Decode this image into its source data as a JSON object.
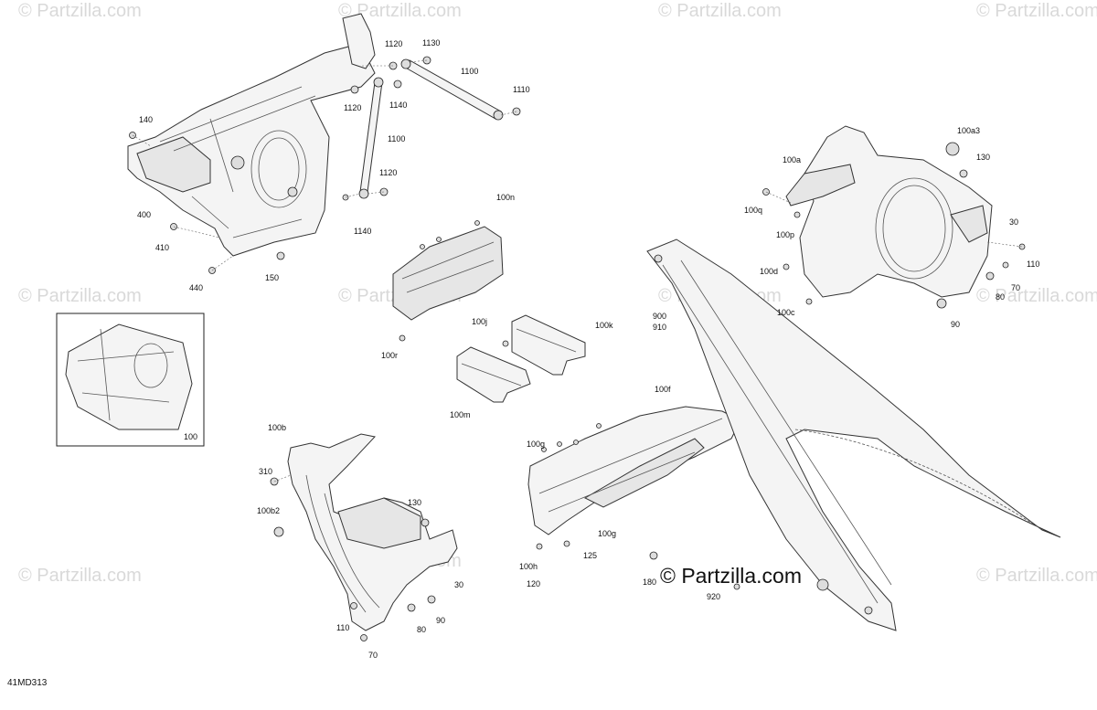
{
  "watermark": {
    "text": "© Partzilla.com",
    "brand_text": "© Partzilla.com"
  },
  "diagram_code": "41MD313",
  "callouts": [
    {
      "id": "1130",
      "text": "1130"
    },
    {
      "id": "1120a",
      "text": "1120"
    },
    {
      "id": "1100a",
      "text": "1100"
    },
    {
      "id": "1110",
      "text": "1110"
    },
    {
      "id": "1120b",
      "text": "1120"
    },
    {
      "id": "1140a",
      "text": "1140"
    },
    {
      "id": "1100b",
      "text": "1100"
    },
    {
      "id": "1120c",
      "text": "1120"
    },
    {
      "id": "1140b",
      "text": "1140"
    },
    {
      "id": "140",
      "text": "140"
    },
    {
      "id": "400",
      "text": "400"
    },
    {
      "id": "410",
      "text": "410"
    },
    {
      "id": "150",
      "text": "150"
    },
    {
      "id": "440",
      "text": "440"
    },
    {
      "id": "100n",
      "text": "100n"
    },
    {
      "id": "100r",
      "text": "100r"
    },
    {
      "id": "100j",
      "text": "100j"
    },
    {
      "id": "100k",
      "text": "100k"
    },
    {
      "id": "100m",
      "text": "100m"
    },
    {
      "id": "100",
      "text": "100"
    },
    {
      "id": "100b",
      "text": "100b"
    },
    {
      "id": "310",
      "text": "310"
    },
    {
      "id": "100b2",
      "text": "100b2"
    },
    {
      "id": "130a",
      "text": "130"
    },
    {
      "id": "30a",
      "text": "30"
    },
    {
      "id": "110a",
      "text": "110"
    },
    {
      "id": "80a",
      "text": "80"
    },
    {
      "id": "90a",
      "text": "90"
    },
    {
      "id": "70a",
      "text": "70"
    },
    {
      "id": "100f",
      "text": "100f"
    },
    {
      "id": "100g1",
      "text": "100g"
    },
    {
      "id": "100g2",
      "text": "100g"
    },
    {
      "id": "125",
      "text": "125"
    },
    {
      "id": "100h",
      "text": "100h"
    },
    {
      "id": "120",
      "text": "120"
    },
    {
      "id": "900",
      "text": "900"
    },
    {
      "id": "910",
      "text": "910"
    },
    {
      "id": "180",
      "text": "180"
    },
    {
      "id": "920",
      "text": "920"
    },
    {
      "id": "100a3",
      "text": "100a3"
    },
    {
      "id": "100a",
      "text": "100a"
    },
    {
      "id": "130b",
      "text": "130"
    },
    {
      "id": "100q",
      "text": "100q"
    },
    {
      "id": "100p",
      "text": "100p"
    },
    {
      "id": "30b",
      "text": "30"
    },
    {
      "id": "100d",
      "text": "100d"
    },
    {
      "id": "110b",
      "text": "110"
    },
    {
      "id": "70b",
      "text": "70"
    },
    {
      "id": "80b",
      "text": "80"
    },
    {
      "id": "100c",
      "text": "100c"
    },
    {
      "id": "90b",
      "text": "90"
    }
  ]
}
